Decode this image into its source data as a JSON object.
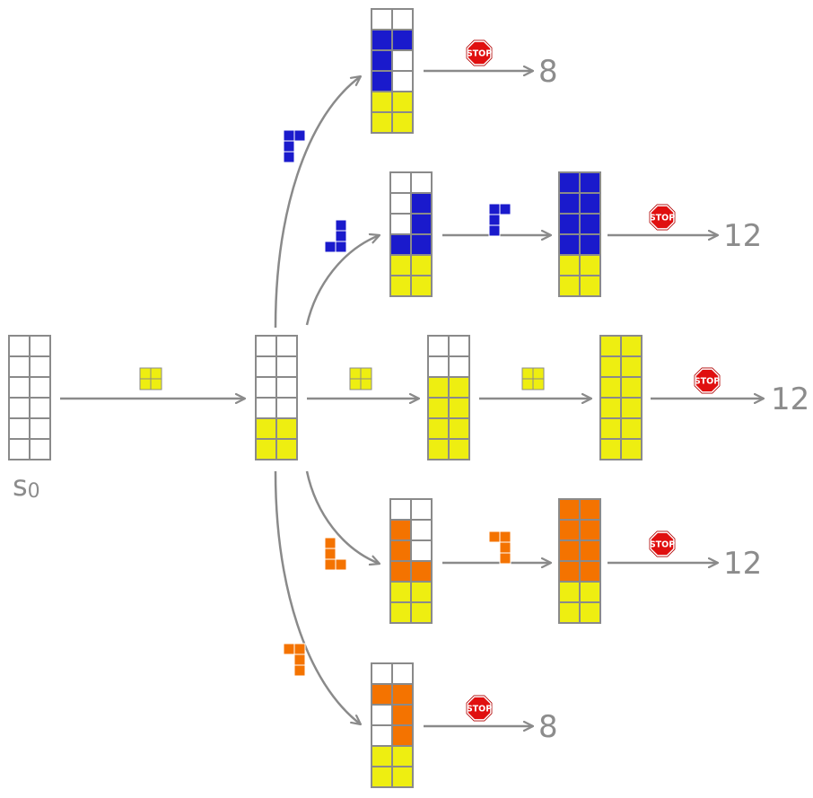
{
  "start_label": "s",
  "start_subscript": "0",
  "stop_text": "STOP",
  "colors": {
    "empty": "#ffffff",
    "grid_line": "#8a8a8a",
    "yellow": "#eeee11",
    "blue": "#1a1acc",
    "orange": "#f47300",
    "arrow": "#8a8a8a",
    "label": "#8c8c8c",
    "stop_red": "#e01010"
  },
  "grids": [
    {
      "id": "s0",
      "rows": [
        "ww",
        "ww",
        "ww",
        "ww",
        "ww",
        "ww"
      ]
    },
    {
      "id": "after-square",
      "rows": [
        "ww",
        "ww",
        "ww",
        "ww",
        "yy",
        "yy"
      ]
    },
    {
      "id": "blue-top",
      "rows": [
        "ww",
        "bb",
        "bw",
        "bw",
        "yy",
        "yy"
      ]
    },
    {
      "id": "blue-j",
      "rows": [
        "ww",
        "wb",
        "wb",
        "bb",
        "yy",
        "yy"
      ]
    },
    {
      "id": "blue-full",
      "rows": [
        "bb",
        "bb",
        "bb",
        "bb",
        "yy",
        "yy"
      ]
    },
    {
      "id": "yellow-four",
      "rows": [
        "ww",
        "ww",
        "yy",
        "yy",
        "yy",
        "yy"
      ]
    },
    {
      "id": "yellow-full",
      "rows": [
        "yy",
        "yy",
        "yy",
        "yy",
        "yy",
        "yy"
      ]
    },
    {
      "id": "orange-l",
      "rows": [
        "ww",
        "ow",
        "ow",
        "oo",
        "yy",
        "yy"
      ]
    },
    {
      "id": "orange-full",
      "rows": [
        "oo",
        "oo",
        "oo",
        "oo",
        "yy",
        "yy"
      ]
    },
    {
      "id": "orange-bottom",
      "rows": [
        "ww",
        "oo",
        "wo",
        "wo",
        "yy",
        "yy"
      ]
    }
  ],
  "pieces": [
    {
      "id": "square-1",
      "color": "yellow",
      "rows": [
        "11",
        "11"
      ]
    },
    {
      "id": "square-2",
      "color": "yellow",
      "rows": [
        "11",
        "11"
      ]
    },
    {
      "id": "square-3",
      "color": "yellow",
      "rows": [
        "11",
        "11"
      ]
    },
    {
      "id": "blue-r-1",
      "color": "blue",
      "rows": [
        "11",
        "10",
        "10"
      ]
    },
    {
      "id": "blue-j",
      "color": "blue",
      "rows": [
        "01",
        "01",
        "11"
      ]
    },
    {
      "id": "blue-r-2",
      "color": "blue",
      "rows": [
        "11",
        "10",
        "10"
      ]
    },
    {
      "id": "orange-l",
      "color": "orange",
      "rows": [
        "10",
        "10",
        "11"
      ]
    },
    {
      "id": "orange-7-1",
      "color": "orange",
      "rows": [
        "11",
        "01",
        "01"
      ]
    },
    {
      "id": "orange-7-2",
      "color": "orange",
      "rows": [
        "11",
        "01",
        "01"
      ]
    }
  ],
  "outcomes": [
    {
      "id": "outcome-blue-top",
      "value": "8"
    },
    {
      "id": "outcome-blue-full",
      "value": "12"
    },
    {
      "id": "outcome-yellow-full",
      "value": "12"
    },
    {
      "id": "outcome-orange-full",
      "value": "12"
    },
    {
      "id": "outcome-orange-bottom",
      "value": "8"
    }
  ]
}
